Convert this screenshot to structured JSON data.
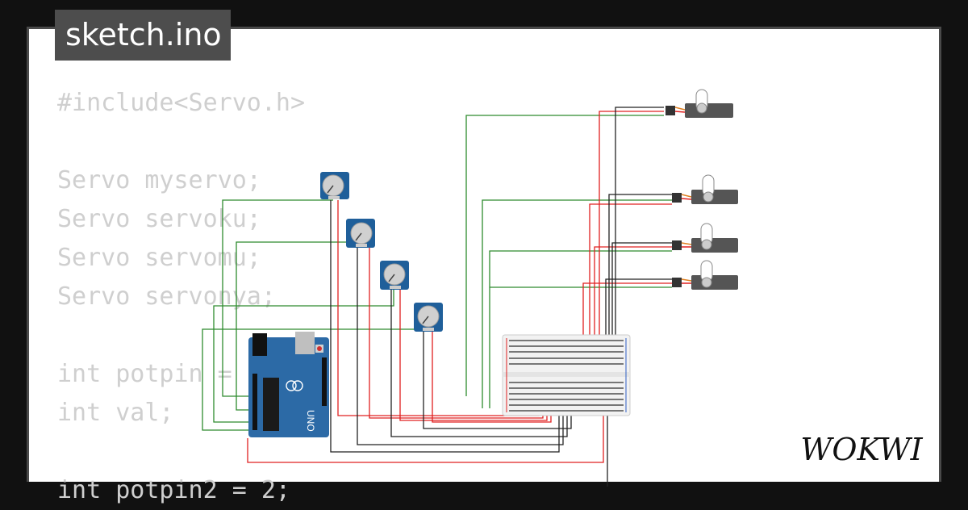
{
  "file_tab": {
    "label": "sketch.ino"
  },
  "code_lines": [
    "#include<Servo.h>",
    "",
    "Servo myservo;",
    "Servo servoku;",
    "Servo servomu;",
    "Servo servonya;",
    "",
    "int potpin = ",
    "int val;",
    "",
    "int potpin2 = 2;"
  ],
  "board": {
    "name": "UNO"
  },
  "brand": {
    "logo": "WOKWI"
  },
  "colors": {
    "background": "#111111",
    "canvas": "#ffffff",
    "tab": "#4d4d4d",
    "code_text": "#cfcfcf",
    "wire_green": "#2e8b2e",
    "wire_red": "#e02020",
    "wire_black": "#222222",
    "pot_blue": "#1f5f9a",
    "arduino_blue": "#2c6aa6",
    "servo_body": "#555555"
  }
}
